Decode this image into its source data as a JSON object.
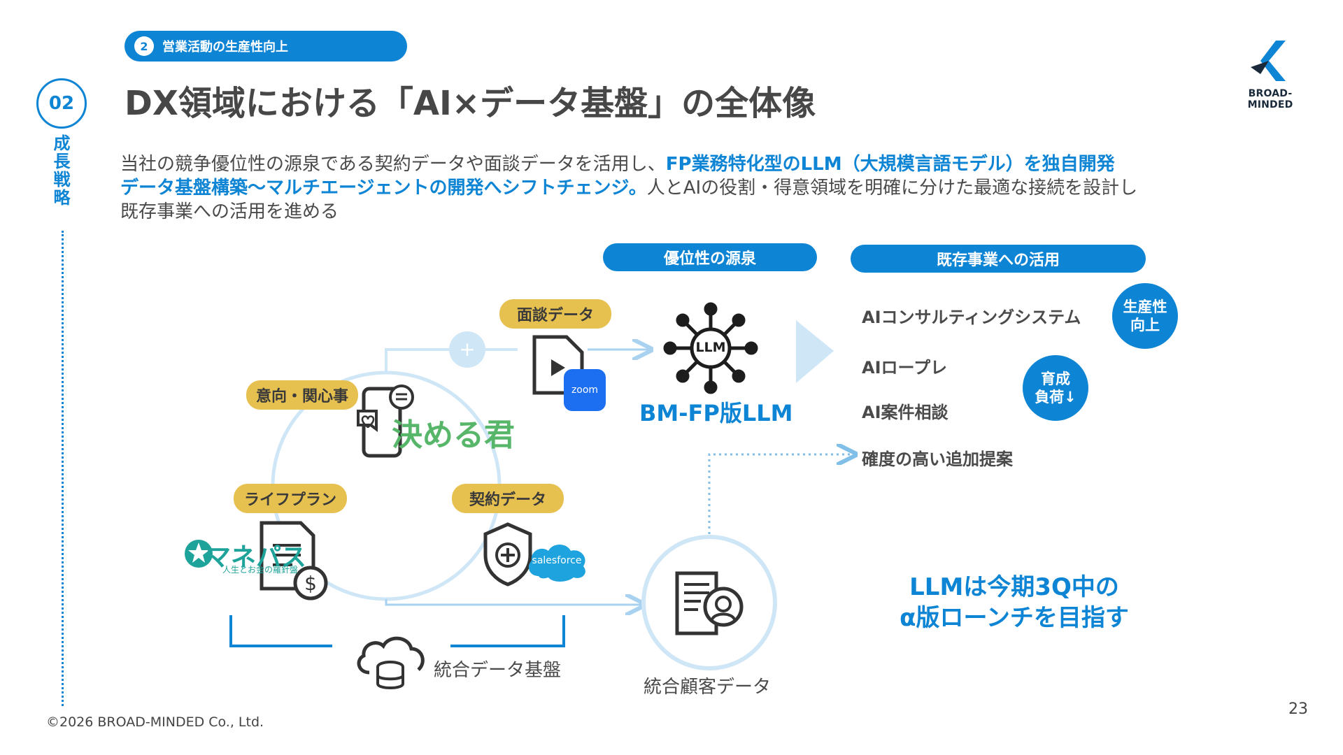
{
  "section": {
    "number": "2",
    "label": "営業活動の生産性向上"
  },
  "chapter": {
    "number": "02",
    "label": "成長戦略"
  },
  "title": "DX領域における「AI×データ基盤」の全体像",
  "logo": {
    "name": "BROAD-MINDED"
  },
  "lead": {
    "line1_plain": "当社の競争優位性の源泉である契約データや面談データを活用し、",
    "line1_highlight": "FP業務特化型のLLM（大規模言語モデル）を独自開発",
    "line2_highlight": "データ基盤構築～マルチエージェントの開発へシフトチェンジ。",
    "line2_plain": "人とAIの役割・得意領域を明確に分けた最適な接続を設計し",
    "line3_plain": "既存事業への活用を進める"
  },
  "headers": {
    "advantage": "優位性の源泉",
    "usage": "既存事業への活用"
  },
  "data_tags": {
    "interview": "面談データ",
    "intent": "意向・関心事",
    "lifeplan": "ライフプラン",
    "contract": "契約データ"
  },
  "tools": {
    "kimeru": "決める君",
    "manepas": "マネパス",
    "manepas_sub": "人生とお金の羅針盤",
    "zoom": "zoom",
    "salesforce": "salesforce"
  },
  "llm": {
    "icon_label": "LLM",
    "name": "BM-FP版LLM"
  },
  "uses": [
    "AIコンサルティングシステム",
    "AIロープレ",
    "AI案件相談",
    "確度の高い追加提案"
  ],
  "badges": {
    "productivity": [
      "生産性",
      "向上"
    ],
    "training": [
      "育成",
      "負荷↓"
    ]
  },
  "captions": {
    "data_platform": "統合データ基盤",
    "customer_data": "統合顧客データ"
  },
  "goal": [
    "LLMは今期3Q中の",
    "α版ローンチを目指す"
  ],
  "footer": {
    "copyright": "©2026 BROAD-MINDED Co., Ltd.",
    "page": "23"
  },
  "colors": {
    "accent": "#0d84d4",
    "gold": "#e6c14f",
    "light_blue": "#cfe6f7"
  }
}
